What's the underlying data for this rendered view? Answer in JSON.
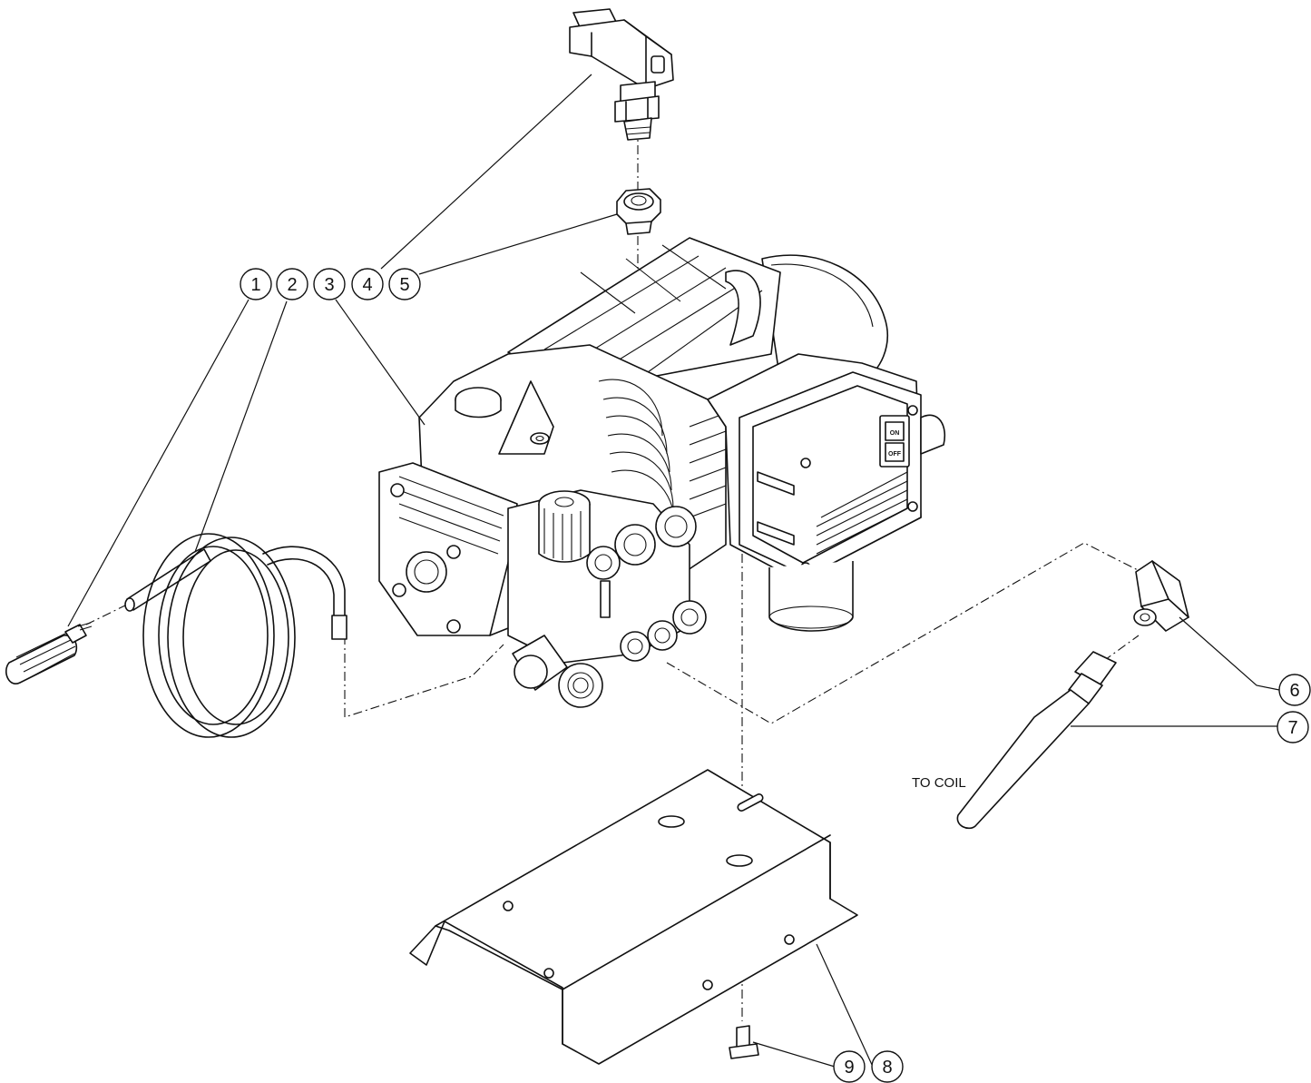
{
  "balloons": [
    {
      "label": "1"
    },
    {
      "label": "2"
    },
    {
      "label": "3"
    },
    {
      "label": "4"
    },
    {
      "label": "5"
    },
    {
      "label": "6"
    },
    {
      "label": "7"
    },
    {
      "label": "8"
    },
    {
      "label": "9"
    }
  ],
  "annotations": {
    "to_coil": "TO COIL",
    "switch_on": "ON",
    "switch_off": "OFF"
  },
  "colors": {
    "line": "#111111",
    "background": "#ffffff"
  }
}
